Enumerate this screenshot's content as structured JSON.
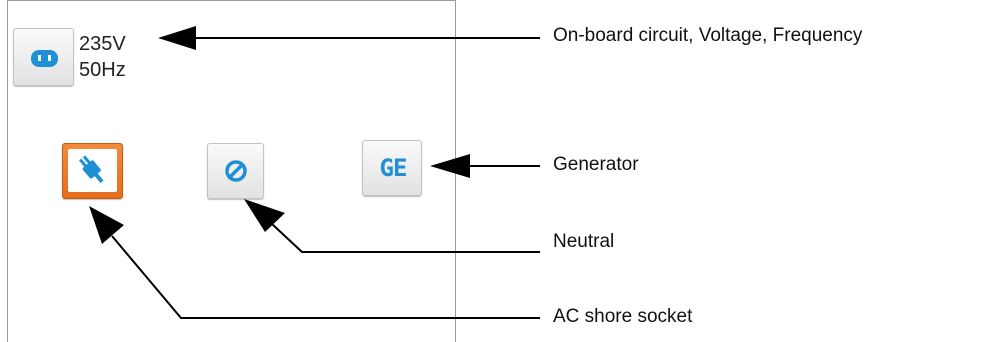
{
  "readout": {
    "voltage": "235V",
    "frequency": "50Hz"
  },
  "buttons": {
    "generator_label": "GE"
  },
  "annotations": {
    "onboard": "On-board circuit, Voltage, Frequency",
    "generator": "Generator",
    "neutral": "Neutral",
    "shore": "AC shore socket"
  },
  "colors": {
    "accent_blue": "#1f8fd6",
    "shore_orange": "#ef7a2b",
    "panel_border": "#9c9c9c"
  },
  "icons": {
    "onboard": "socket-icon",
    "shore": "plug-icon",
    "neutral": "slashed-circle-icon"
  }
}
